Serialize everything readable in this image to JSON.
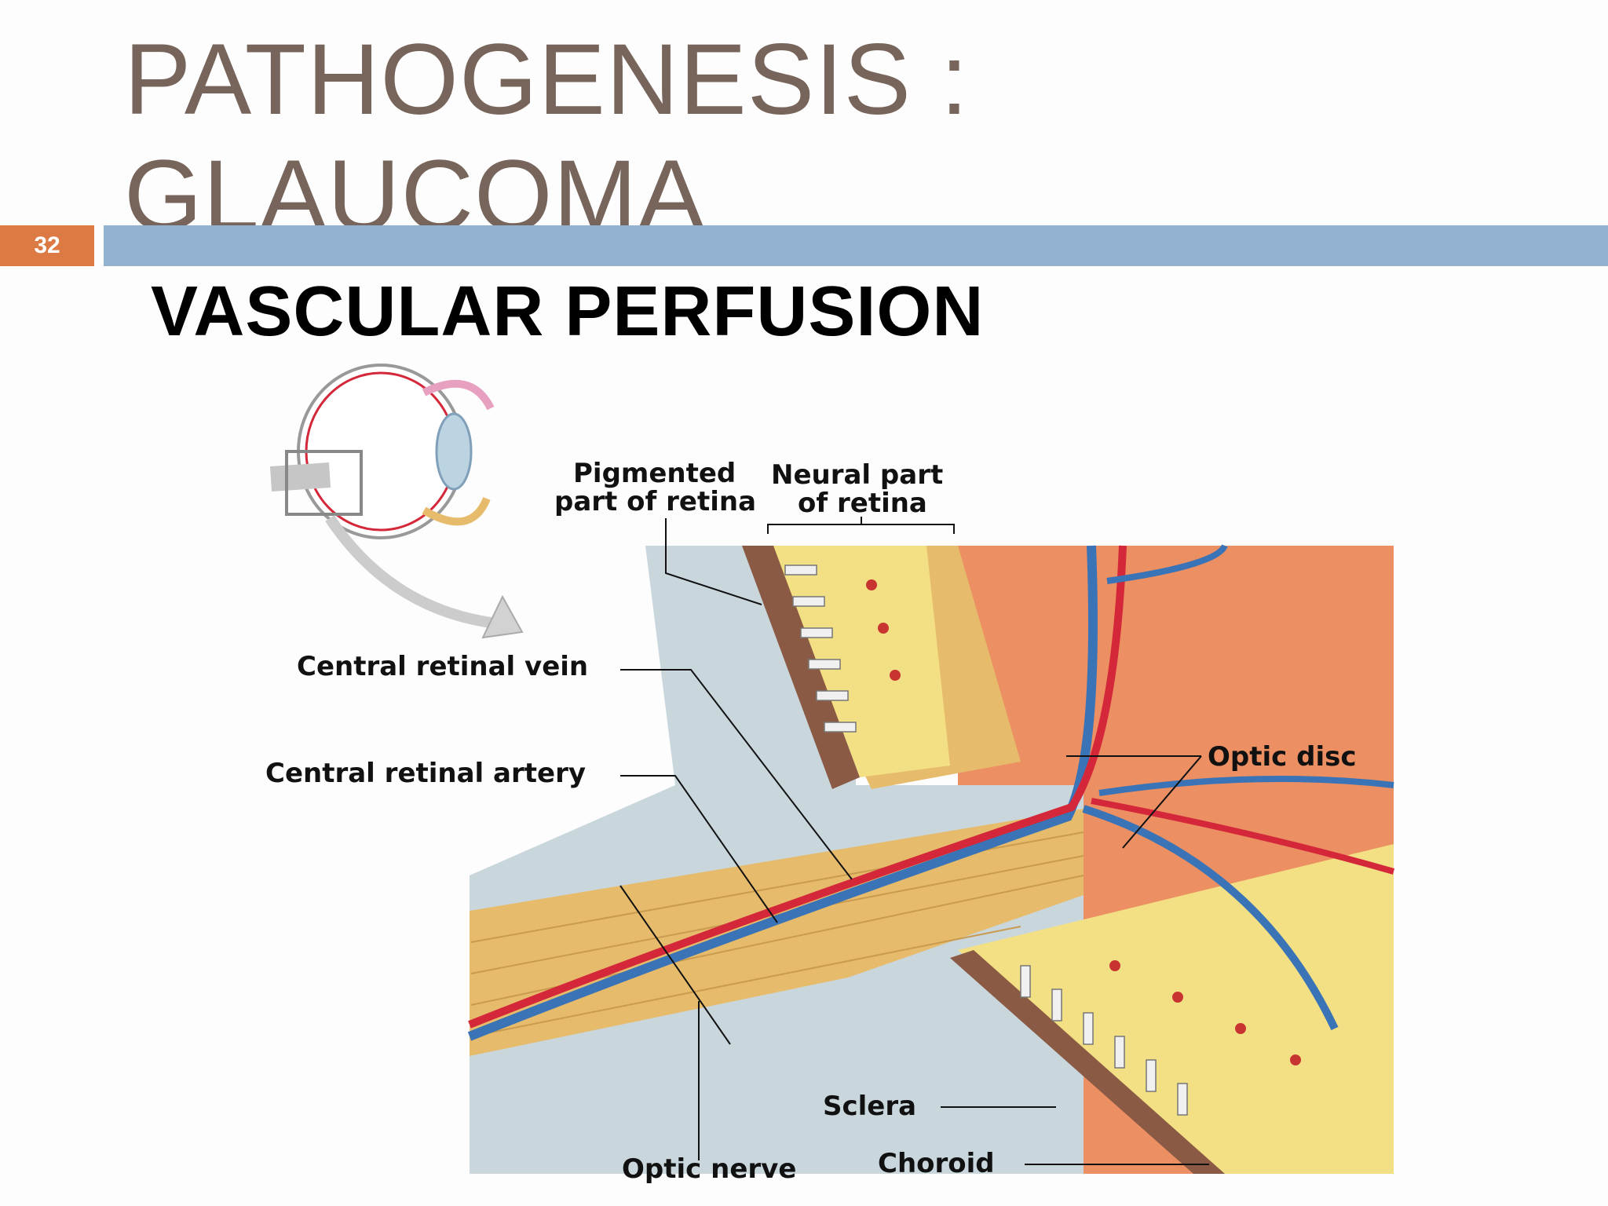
{
  "slide": {
    "title_line1": "PATHOGENESIS :",
    "title_line2": "GLAUCOMA",
    "number": "32",
    "subtitle": "VASCULAR PERFUSION"
  },
  "figure": {
    "labels": {
      "pigmented_1": "Pigmented",
      "pigmented_2": "part of retina",
      "neural_1": "Neural part",
      "neural_2": "of retina",
      "central_vein": "Central retinal vein",
      "central_artery": "Central retinal artery",
      "optic_disc": "Optic disc",
      "sclera": "Sclera",
      "choroid": "Choroid",
      "optic_nerve": "Optic nerve"
    },
    "colors": {
      "sclera": "#c9d7dd",
      "nerve": "#e7bb6c",
      "retina": "#f3df84",
      "choroid": "#8a5a44",
      "fundus": "#ec8f62",
      "vein": "#3a74b6",
      "artery": "#d4283a"
    }
  },
  "colors": {
    "title": "#77655b",
    "accent_orange": "#dd7a43",
    "accent_blue": "#92b2cf"
  }
}
